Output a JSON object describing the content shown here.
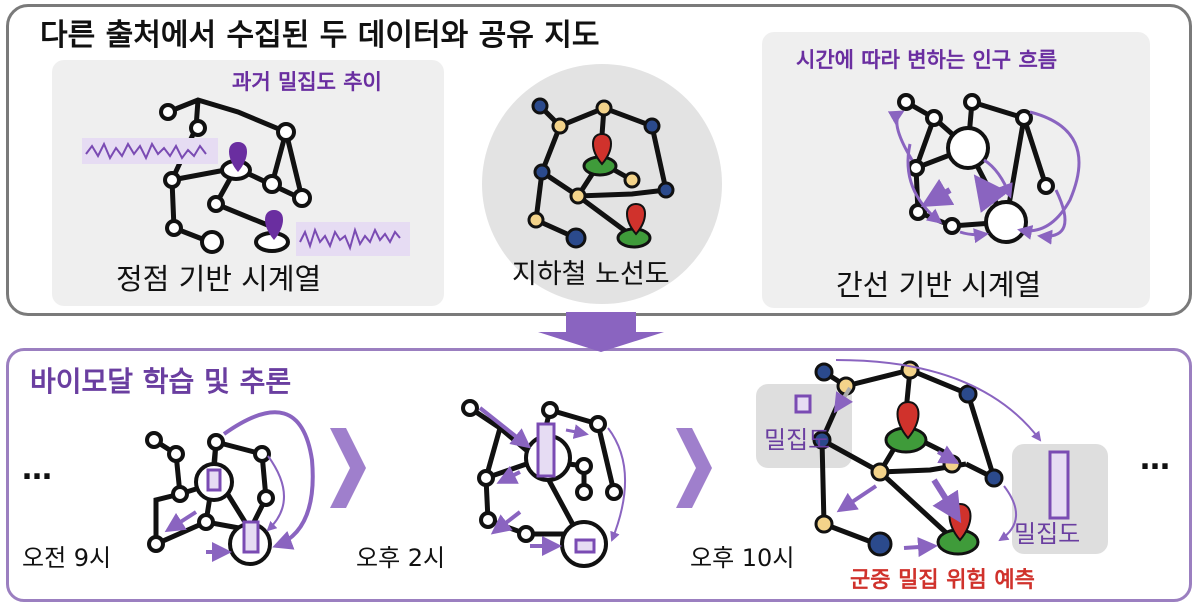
{
  "top": {
    "title": "다른 출처에서 수집된 두 데이터와 공유 지도",
    "left_card": {
      "subtitle": "과거 밀집도 추이",
      "caption": "정점 기반 시계열"
    },
    "middle": {
      "caption": "지하철 노선도"
    },
    "right_card": {
      "subtitle": "시간에 따라 변하는 인구 흐름",
      "caption": "간선 기반 시계열"
    }
  },
  "bottom": {
    "title": "바이모달 학습 및 추론",
    "ellipsis_left": "…",
    "ellipsis_right": "…",
    "times": [
      "오전 9시",
      "오후 2시",
      "오후 10시"
    ],
    "density_label_1": "밀집도",
    "density_label_2": "밀집도",
    "risk_label": "군중 밀집 위험 예측"
  },
  "colors": {
    "purple": "#7a4bb3",
    "light_purple": "#e6dcf3",
    "gray_border": "#7a7a7a",
    "red_pin": "#d0322c",
    "green_base": "#3f9b3a",
    "navy_node": "#2b4a8c",
    "yellow_node": "#f3d38a"
  }
}
